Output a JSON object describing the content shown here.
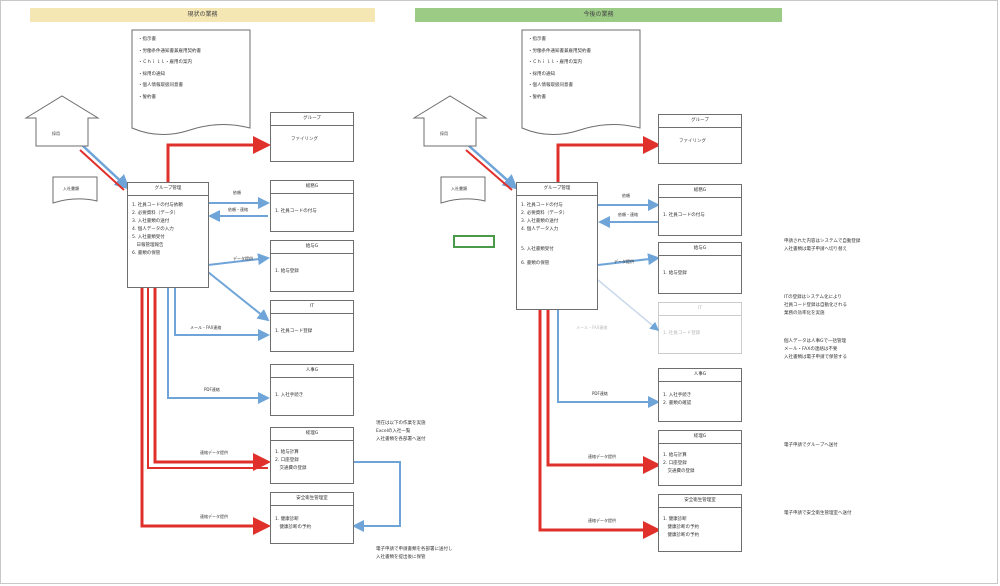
{
  "left": {
    "header": "現状の業務",
    "doc_lines": [
      "・指示書",
      "・労働条件通知書兼雇用契約書",
      "・Ｃｈｉｌｌ・雇用の案内",
      "・採用の通知",
      "・個人情報取扱同意書",
      "・誓約書"
    ],
    "house": "採用",
    "applicant": "入社書類",
    "hub": {
      "title": "グループ管理",
      "lines": [
        "1. 社員コードの付与依頼",
        "2. 必要資料（データ）",
        "3. 入社書類の送付",
        "4. 個人データの入力",
        "5. 入社書類受付",
        "　日報管理報告",
        "6. 書類の保管"
      ]
    },
    "boxes": [
      {
        "title": "グループ",
        "lines": [
          "ファイリング"
        ]
      },
      {
        "title": "総務G",
        "lines": [
          "1. 社員コードの付与"
        ]
      },
      {
        "title": "給与G",
        "lines": [
          "1. 給与登録"
        ]
      },
      {
        "title": "IT",
        "lines": [
          "1. 社員コード登録"
        ]
      },
      {
        "title": "人事G",
        "lines": [
          "1. 入社手続き"
        ]
      },
      {
        "title": "経理G",
        "lines": [
          "1. 給与計算",
          "2. 口座登録",
          "　交通費の登録"
        ]
      },
      {
        "title": "安全衛生管理室",
        "lines": [
          "1. 健康診断",
          "　健康診断の予約"
        ]
      }
    ],
    "arrows": [
      "依頼",
      "依頼・連絡",
      "データ提供",
      "メール・FAX連絡",
      "PDF連絡",
      "連絡データ提供",
      "連絡データ提供"
    ],
    "notes": [
      "現在は以下の作業を実施",
      "Excelの入社一覧",
      "入社書類を各部署へ送付",
      "電子申請で申請書類を各部署に送付し",
      "入社書類を提出後に保管"
    ]
  },
  "right": {
    "header": "今後の業務",
    "doc_lines": [
      "・指示書",
      "・労働条件通知書兼雇用契約書",
      "・Ｃｈｉｌｌ・雇用の案内",
      "・採用の通知",
      "・個人情報取扱同意書",
      "・誓約書"
    ],
    "house": "採用",
    "applicant": "入社書類",
    "hub": {
      "title": "グループ管理",
      "lines": [
        "1. 社員コードの付与",
        "2. 必要資料（データ）",
        "3. 入社書類の送付",
        "4. 個人データ入力",
        "5. 入社書類受付",
        "6. 書類の保管"
      ]
    },
    "boxes": [
      {
        "title": "グループ",
        "lines": [
          "ファイリング"
        ]
      },
      {
        "title": "総務G",
        "lines": [
          "1. 社員コードの付与"
        ]
      },
      {
        "title": "給与G",
        "lines": [
          "1. 給与登録"
        ]
      },
      {
        "title": "IT",
        "lines": [
          "1. 社員コード登録"
        ]
      },
      {
        "title": "人事G",
        "lines": [
          "1. 入社手続き",
          "2. 書類の確認"
        ]
      },
      {
        "title": "経理G",
        "lines": [
          "1. 給与計算",
          "2. 口座登録",
          "　交通費の登録"
        ]
      },
      {
        "title": "安全衛生管理室",
        "lines": [
          "1. 健康診断",
          "　健康診断の予約",
          "　健康診断の予約"
        ]
      }
    ],
    "arrows": [
      "依頼",
      "依頼・連絡",
      "データ提供",
      "メール・FAX連絡",
      "PDF連絡",
      "連絡データ提供",
      "連絡データ提供"
    ],
    "notes": [
      "申請された内容はシステムで自動登録",
      "入社書類は電子申請へ切り替え",
      "ITの登録はシステム化により",
      "社員コード登録は自動化される",
      "業務の効率化を実施",
      "個人データは人事Gで一括管理",
      "メール・FAXの連絡は不要",
      "入社書類は電子申請で保管する",
      "電子申請でグループへ送付",
      "電子申請で安全衛生管理室へ送付"
    ]
  },
  "colors": {
    "red": "#e0302c",
    "blue": "#6ea4d8",
    "left_band": "#f4e7b4",
    "right_band": "#9ccb86",
    "green_marker": "#4a9a4a"
  }
}
